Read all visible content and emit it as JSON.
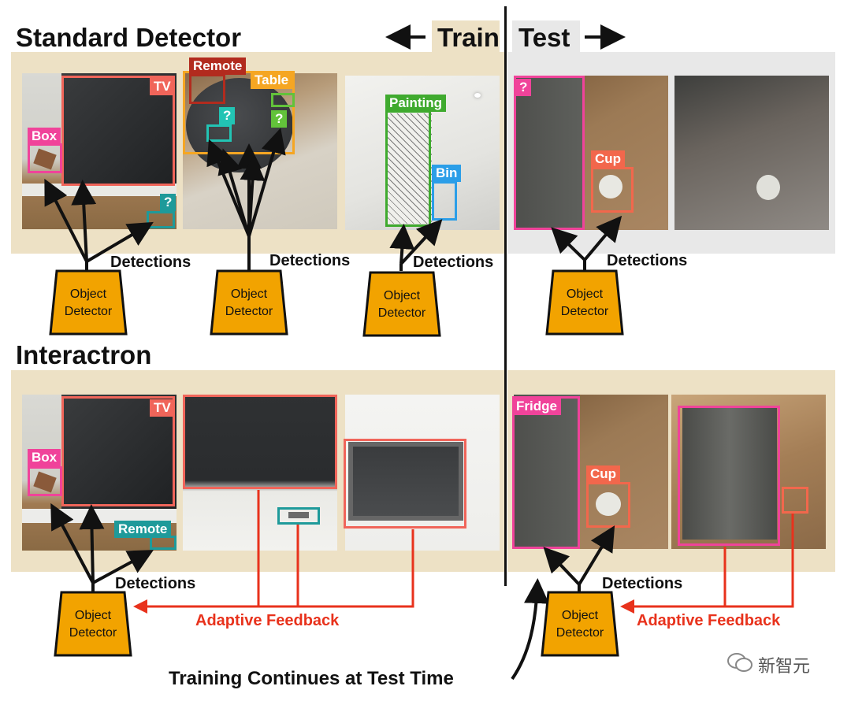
{
  "headings": {
    "standard": "Standard Detector",
    "interactron": "Interactron",
    "train": "Train",
    "test": "Test",
    "footer": "Training Continues at Test Time"
  },
  "detections_label": "Detections",
  "detector_label": {
    "line1": "Object",
    "line2": "Detector"
  },
  "feedback_label": "Adaptive Feedback",
  "watermark": "新智元",
  "box_labels": {
    "tv": "TV",
    "box": "Box",
    "unknown": "?",
    "remote": "Remote",
    "table": "Table",
    "painting": "Painting",
    "bin": "Bin",
    "cup": "Cup",
    "fridge": "Fridge"
  },
  "colors": {
    "band_beige": "#ede1c5",
    "band_gray": "#e8e8e8",
    "detector_fill": "#f2a300",
    "feedback_red": "#e8321c",
    "tv": "#f0655a",
    "box": "#f0439a",
    "remote_dark": "#b22b1e",
    "remote_teal": "#1e9a9a",
    "table": "#f5a623",
    "unknown_teal": "#22c4b4",
    "unknown_green": "#62c23a",
    "painting": "#3faa2e",
    "bin": "#2b9ee8",
    "cup": "#f2674c",
    "fridge": "#f0439a"
  }
}
